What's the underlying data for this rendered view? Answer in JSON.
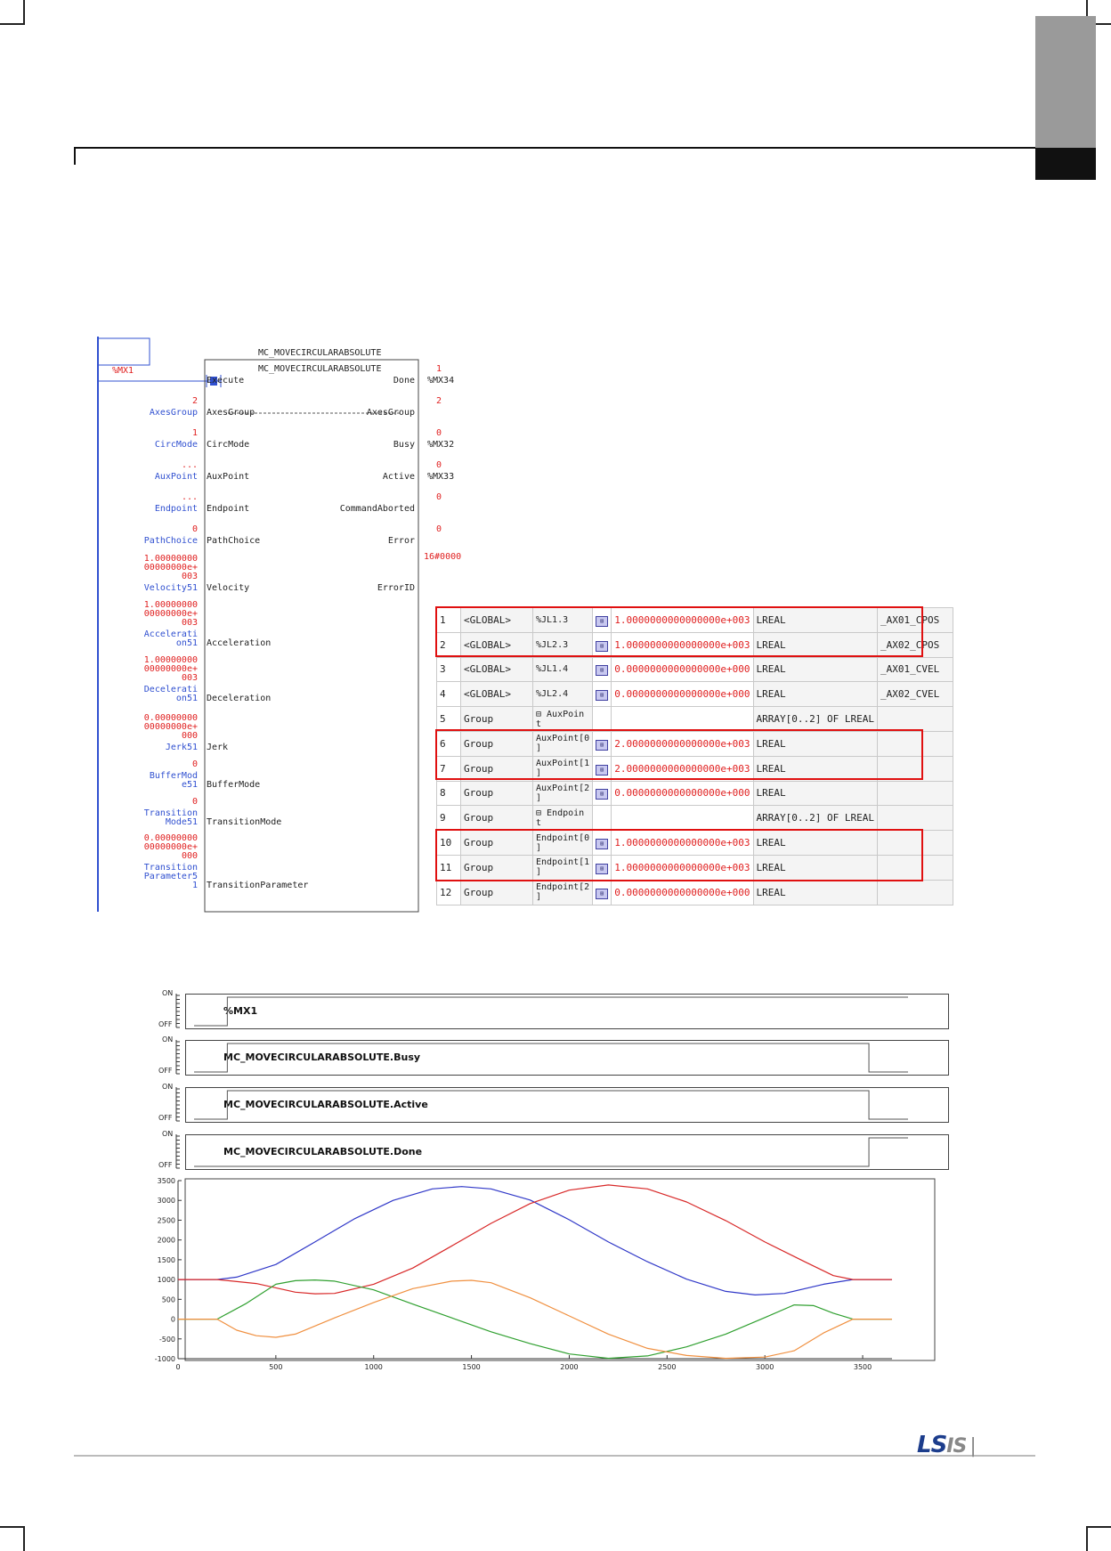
{
  "ladder": {
    "fb_name": "MC_MOVECIRCULARABSOLUTE",
    "fb_type": "MC_MOVECIRCULARABSOLUTE",
    "contact": "%MX1",
    "inputs": [
      {
        "value": "",
        "name": "",
        "pin": "Execute"
      },
      {
        "value": "2",
        "name": "AxesGroup",
        "pin": "AxesGroup"
      },
      {
        "value": "1",
        "name": "CircMode",
        "pin": "CircMode"
      },
      {
        "value": "...",
        "name": "AuxPoint",
        "pin": "AuxPoint"
      },
      {
        "value": "...",
        "name": "Endpoint",
        "pin": "Endpoint"
      },
      {
        "value": "0",
        "name": "PathChoice",
        "pin": "PathChoice"
      },
      {
        "value": "1.00000000\n00000000e+\n003",
        "name": "Velocity51",
        "pin": "Velocity"
      },
      {
        "value": "1.00000000\n00000000e+\n003",
        "name": "Accelerati\non51",
        "pin": "Acceleration"
      },
      {
        "value": "1.00000000\n00000000e+\n003",
        "name": "Decelerati\non51",
        "pin": "Deceleration"
      },
      {
        "value": "0.00000000\n00000000e+\n000",
        "name": "Jerk51",
        "pin": "Jerk"
      },
      {
        "value": "0",
        "name": "BufferMod\ne51",
        "pin": "BufferMode"
      },
      {
        "value": "0",
        "name": "Transition\nMode51",
        "pin": "TransitionMode"
      },
      {
        "value": "0.00000000\n00000000e+\n000",
        "name": "Transition\nParameter5\n1",
        "pin": "TransitionParameter"
      }
    ],
    "outputs": [
      {
        "value": "1",
        "pin": "Done",
        "addr": "%MX34"
      },
      {
        "value": "2",
        "pin": "AxesGroup",
        "addr": ""
      },
      {
        "value": "0",
        "pin": "Busy",
        "addr": "%MX32"
      },
      {
        "value": "0",
        "pin": "Active",
        "addr": "%MX33"
      },
      {
        "value": "0",
        "pin": "CommandAborted",
        "addr": ""
      },
      {
        "value": "0",
        "pin": "Error",
        "addr": ""
      },
      {
        "value": "16#0000",
        "pin": "ErrorID",
        "addr": ""
      }
    ]
  },
  "variables": [
    {
      "num": "1",
      "scope": "<GLOBAL>",
      "name": "%JL1.3",
      "icon": true,
      "value": "1.0000000000000000e+003",
      "type": "LREAL",
      "comment": "_AX01_CPOS"
    },
    {
      "num": "2",
      "scope": "<GLOBAL>",
      "name": "%JL2.3",
      "icon": true,
      "value": "1.0000000000000000e+003",
      "type": "LREAL",
      "comment": "_AX02_CPOS"
    },
    {
      "num": "3",
      "scope": "<GLOBAL>",
      "name": "%JL1.4",
      "icon": true,
      "value": "0.0000000000000000e+000",
      "type": "LREAL",
      "comment": "_AX01_CVEL"
    },
    {
      "num": "4",
      "scope": "<GLOBAL>",
      "name": "%JL2.4",
      "icon": true,
      "value": "0.0000000000000000e+000",
      "type": "LREAL",
      "comment": "_AX02_CVEL"
    },
    {
      "num": "5",
      "scope": "Group",
      "name": "⊟ AuxPoin\nt",
      "icon": false,
      "value": "",
      "type": "ARRAY[0..2] OF LREAL",
      "comment": ""
    },
    {
      "num": "6",
      "scope": "Group",
      "name": "AuxPoint[0\n]",
      "icon": true,
      "value": "2.0000000000000000e+003",
      "type": "LREAL",
      "comment": ""
    },
    {
      "num": "7",
      "scope": "Group",
      "name": "AuxPoint[1\n]",
      "icon": true,
      "value": "2.0000000000000000e+003",
      "type": "LREAL",
      "comment": ""
    },
    {
      "num": "8",
      "scope": "Group",
      "name": "AuxPoint[2\n]",
      "icon": true,
      "value": "0.0000000000000000e+000",
      "type": "LREAL",
      "comment": ""
    },
    {
      "num": "9",
      "scope": "Group",
      "name": "⊟ Endpoin\nt",
      "icon": false,
      "value": "",
      "type": "ARRAY[0..2] OF LREAL",
      "comment": ""
    },
    {
      "num": "10",
      "scope": "Group",
      "name": "Endpoint[0\n]",
      "icon": true,
      "value": "1.0000000000000000e+003",
      "type": "LREAL",
      "comment": ""
    },
    {
      "num": "11",
      "scope": "Group",
      "name": "Endpoint[1\n]",
      "icon": true,
      "value": "1.0000000000000000e+003",
      "type": "LREAL",
      "comment": ""
    },
    {
      "num": "12",
      "scope": "Group",
      "name": "Endpoint[2\n]",
      "icon": true,
      "value": "0.0000000000000000e+000",
      "type": "LREAL",
      "comment": ""
    }
  ],
  "timing": {
    "on_label": "ON",
    "off_label": "OFF",
    "signals": [
      {
        "name": "%MX1",
        "rise": 170,
        "fall": null
      },
      {
        "name": "MC_MOVECIRCULARABSOLUTE.Busy",
        "rise": 170,
        "fall": 3450
      },
      {
        "name": "MC_MOVECIRCULARABSOLUTE.Active",
        "rise": 170,
        "fall": 3450
      },
      {
        "name": "MC_MOVECIRCULARABSOLUTE.Done",
        "rise": 3450,
        "fall": null
      }
    ]
  },
  "chart_data": {
    "type": "line",
    "xlim": [
      0,
      3650
    ],
    "ylim": [
      -1000,
      3500
    ],
    "x_ticks": [
      0,
      500,
      1000,
      1500,
      2000,
      2500,
      3000,
      3500
    ],
    "y_ticks": [
      3500,
      3000,
      2500,
      2000,
      1500,
      1000,
      500,
      0,
      -500,
      -1000
    ],
    "series": [
      {
        "color": "#3038c8",
        "x": [
          0,
          200,
          300,
          500,
          700,
          900,
          1100,
          1300,
          1450,
          1600,
          1800,
          2000,
          2200,
          2400,
          2600,
          2800,
          2950,
          3100,
          3300,
          3450,
          3650
        ],
        "y": [
          1000,
          1000,
          1060,
          1380,
          1950,
          2530,
          3000,
          3290,
          3350,
          3290,
          3010,
          2510,
          1950,
          1450,
          1010,
          700,
          610,
          650,
          880,
          1000,
          1000
        ]
      },
      {
        "color": "#d82828",
        "x": [
          0,
          200,
          400,
          600,
          700,
          800,
          1000,
          1200,
          1400,
          1600,
          1800,
          2000,
          2200,
          2400,
          2600,
          2800,
          3000,
          3200,
          3350,
          3450,
          3650
        ],
        "y": [
          1000,
          1000,
          900,
          680,
          640,
          650,
          880,
          1290,
          1850,
          2420,
          2920,
          3260,
          3390,
          3290,
          2960,
          2490,
          1950,
          1460,
          1100,
          1000,
          1000
        ]
      },
      {
        "color": "#30a030",
        "x": [
          0,
          200,
          350,
          500,
          600,
          700,
          800,
          1000,
          1200,
          1400,
          1600,
          1800,
          2000,
          2200,
          2400,
          2600,
          2800,
          3000,
          3150,
          3250,
          3350,
          3450,
          3650
        ],
        "y": [
          0,
          0,
          400,
          880,
          970,
          990,
          960,
          740,
          380,
          30,
          -320,
          -620,
          -880,
          -990,
          -930,
          -700,
          -380,
          40,
          360,
          340,
          150,
          0,
          0
        ]
      },
      {
        "color": "#f09040",
        "x": [
          0,
          200,
          300,
          400,
          500,
          600,
          800,
          1000,
          1200,
          1400,
          1500,
          1600,
          1800,
          2000,
          2200,
          2400,
          2600,
          2800,
          3000,
          3150,
          3300,
          3450,
          3650
        ],
        "y": [
          0,
          0,
          -280,
          -420,
          -460,
          -380,
          30,
          420,
          770,
          960,
          980,
          920,
          540,
          80,
          -380,
          -740,
          -920,
          -990,
          -960,
          -800,
          -350,
          0,
          0
        ]
      }
    ]
  }
}
